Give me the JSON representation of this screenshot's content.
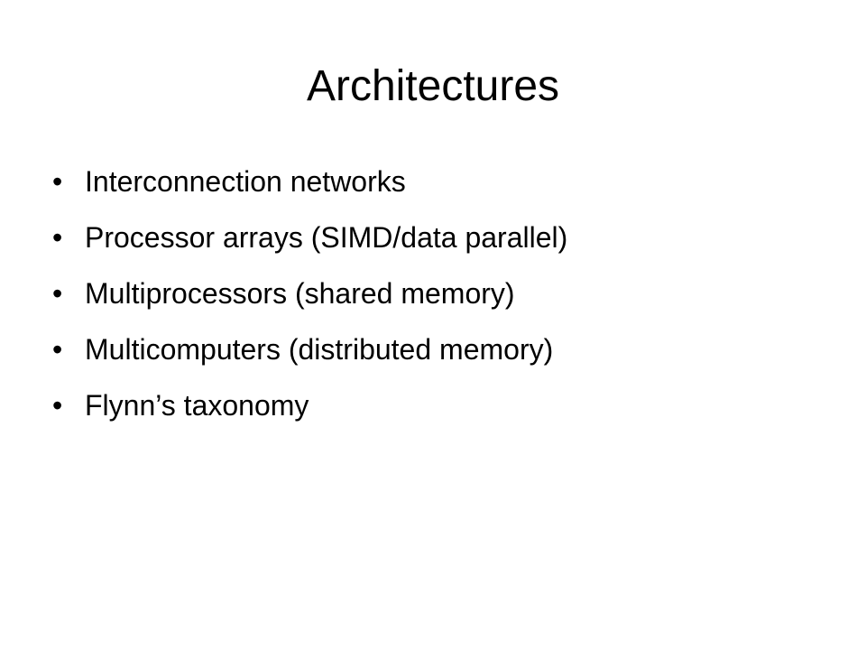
{
  "slide": {
    "title": "Architectures",
    "bullets": [
      "Interconnection networks",
      "Processor arrays (SIMD/data parallel)",
      "Multiprocessors (shared memory)",
      "Multicomputers (distributed memory)",
      "Flynn’s taxonomy"
    ],
    "bullet_glyph": "•"
  }
}
